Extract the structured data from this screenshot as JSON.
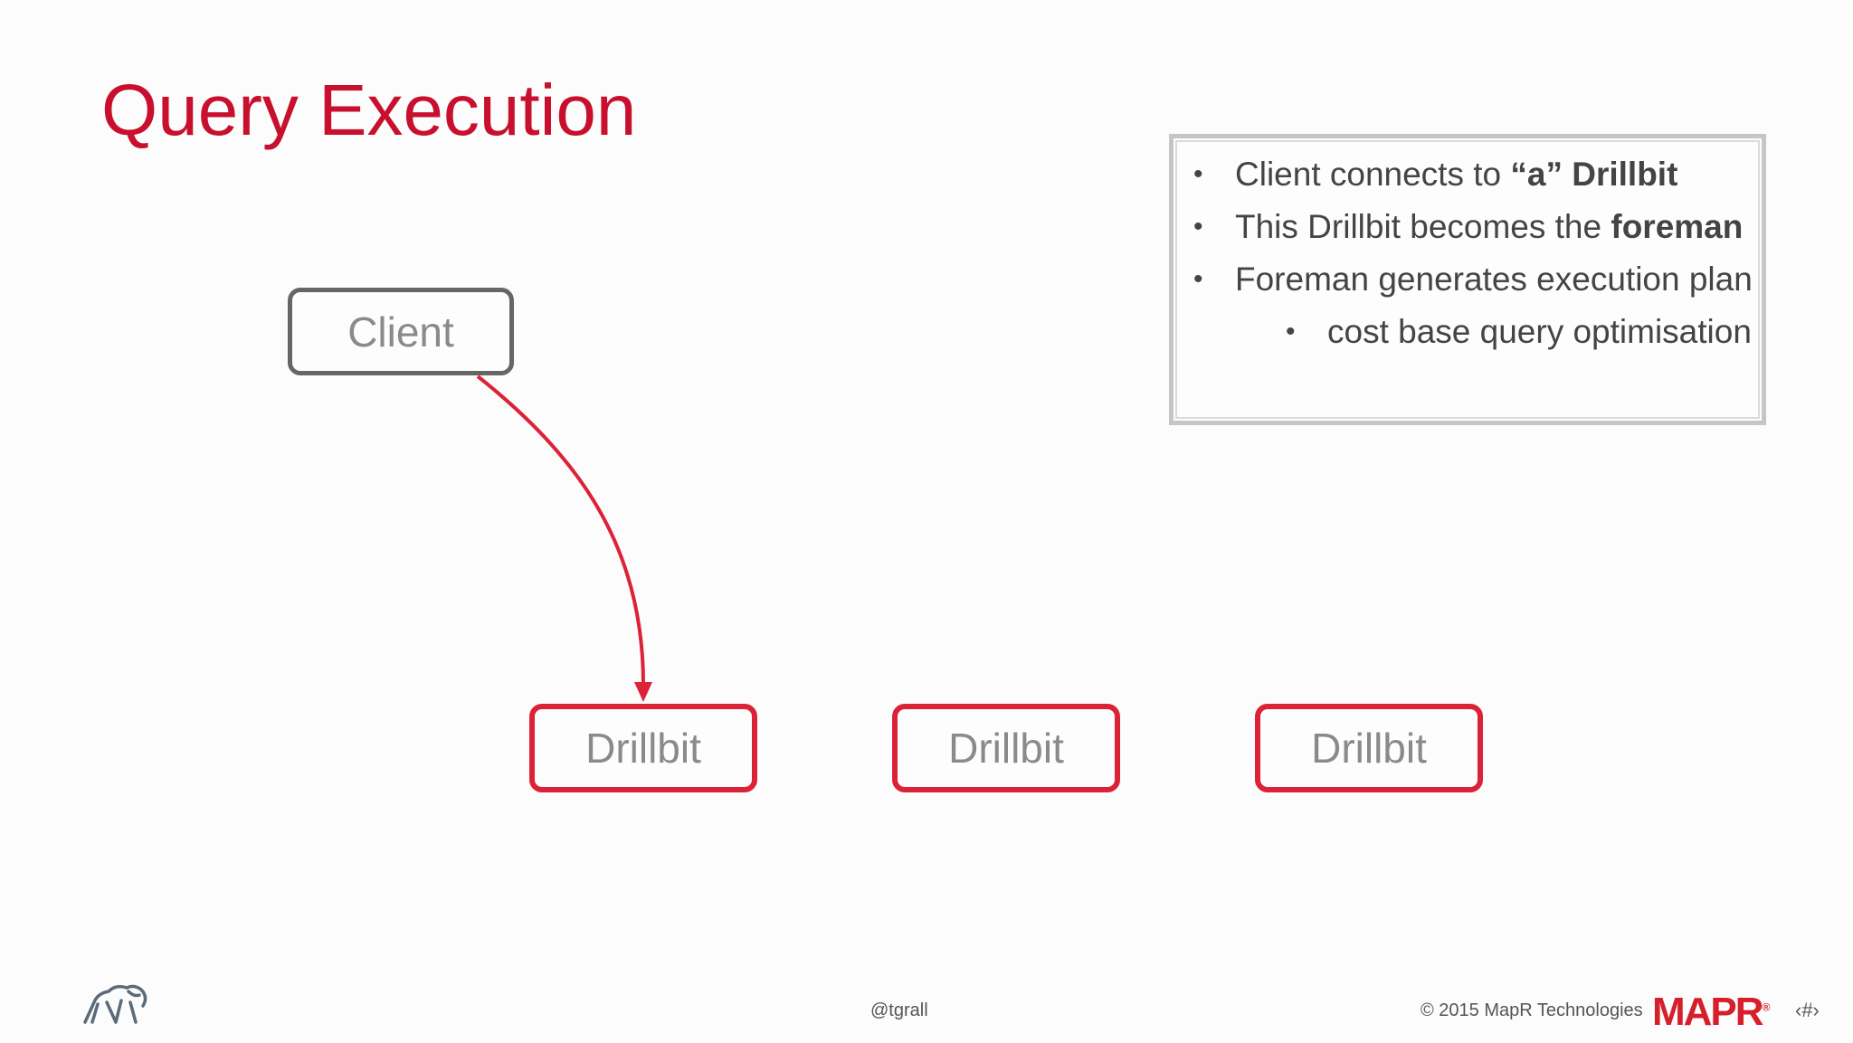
{
  "slide": {
    "title": "Query Execution"
  },
  "callout": {
    "items": [
      {
        "level": 1,
        "bullet": "•",
        "text_plain": "Client connects to ",
        "text_bold": "“a” Drillbit"
      },
      {
        "level": 1,
        "bullet": "•",
        "text_plain": "This Drillbit becomes the ",
        "text_bold": "foreman"
      },
      {
        "level": 1,
        "bullet": "•",
        "text_plain": "Foreman generates execution plan",
        "text_bold": ""
      },
      {
        "level": 2,
        "bullet": "•",
        "text_plain": "cost base query optimisation",
        "text_bold": ""
      }
    ]
  },
  "diagram": {
    "client_label": "Client",
    "drillbits": [
      {
        "label": "Drillbit"
      },
      {
        "label": "Drillbit"
      },
      {
        "label": "Drillbit"
      }
    ],
    "arrow": {
      "from": "Client",
      "to": "Drillbit 1"
    }
  },
  "footer": {
    "handle": "@tgrall",
    "copyright": "© 2015 MapR Technologies",
    "logo_text": "MAPR",
    "logo_mark": "®",
    "page_number": "‹#›"
  },
  "colors": {
    "title": "#c8102e",
    "drillbit_border": "#dc2236",
    "client_border": "#666666",
    "arrow": "#dc2236"
  }
}
